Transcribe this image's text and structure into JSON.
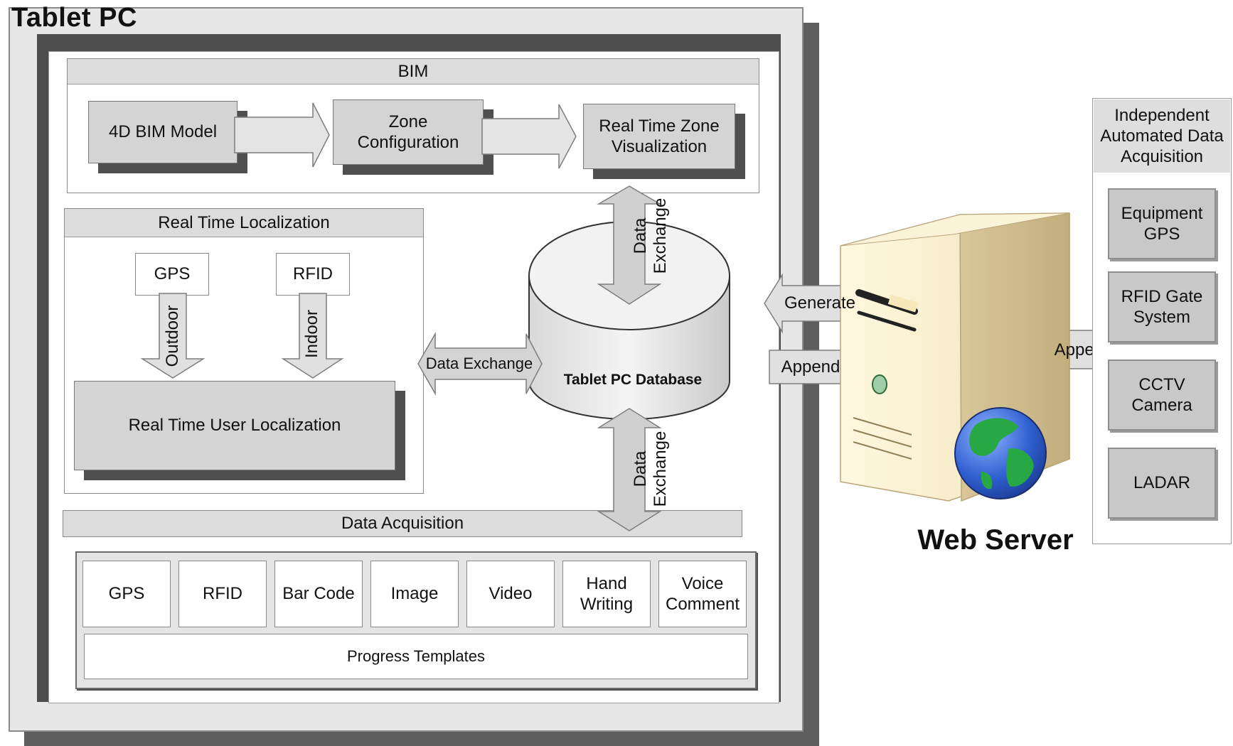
{
  "tablet": {
    "title": "Tablet PC"
  },
  "bim": {
    "title": "BIM",
    "model": "4D BIM Model",
    "zone_config": "Zone\nConfiguration",
    "zone_vis": "Real Time Zone\nVisualization"
  },
  "localization": {
    "title": "Real Time Localization",
    "gps": "GPS",
    "rfid": "RFID",
    "outdoor": "Outdoor",
    "indoor": "Indoor",
    "user": "Real Time User Localization"
  },
  "database": {
    "label": "Tablet PC Database",
    "exchange_top": "Data\nExchange",
    "exchange_left": "Data Exchange",
    "exchange_bottom": "Data\nExchange"
  },
  "acquisition": {
    "title": "Data Acquisition",
    "items": [
      "GPS",
      "RFID",
      "Bar Code",
      "Image",
      "Video",
      "Hand\nWriting",
      "Voice\nComment"
    ],
    "templates": "Progress Templates"
  },
  "links": {
    "generate": "Generate",
    "append_left": "Append",
    "append_right": "Append"
  },
  "server": {
    "label": "Web Server"
  },
  "independent": {
    "title": "Independent\nAutomated Data\nAcquisition",
    "items": [
      "Equipment\nGPS",
      "RFID Gate\nSystem",
      "CCTV\nCamera",
      "LADAR"
    ]
  }
}
